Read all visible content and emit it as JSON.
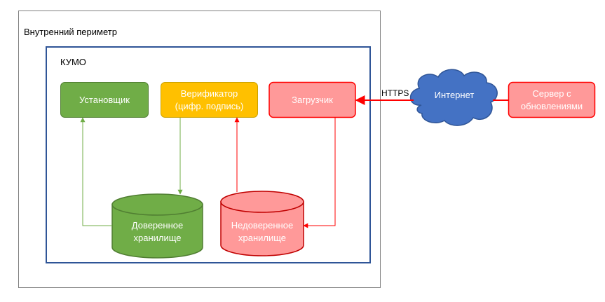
{
  "diagram": {
    "outer_perimeter_label": "Внутренний периметр",
    "kumo_label": "КУМО",
    "installer": {
      "label": "Установщик"
    },
    "verifier": {
      "line1": "Верификатор",
      "line2": "(цифр. подпись)"
    },
    "loader": {
      "label": "Загрузчик"
    },
    "trusted_storage": {
      "line1": "Доверенное",
      "line2": "хранилище"
    },
    "untrusted_storage": {
      "line1": "Недоверенное",
      "line2": "хранилище"
    },
    "internet": {
      "label": "Интернет"
    },
    "update_server": {
      "line1": "Сервер с",
      "line2": "обновлениями"
    },
    "https_label": "HTTPS"
  },
  "colors": {
    "green_fill": "#70AD47",
    "green_stroke": "#507E32",
    "yellow_fill": "#FFC000",
    "pink_fill": "#FF9999",
    "red_stroke": "#FF0000",
    "cloud_fill": "#4472C4",
    "navy_border": "#2F5597",
    "gray_border": "#7F7F7F"
  }
}
